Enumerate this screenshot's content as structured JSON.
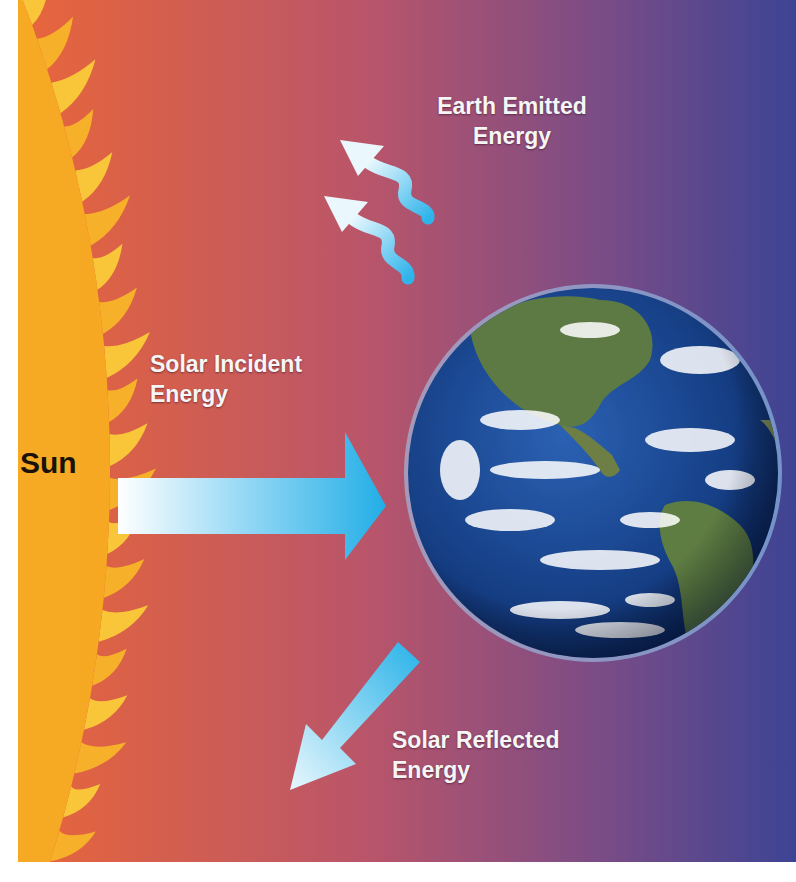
{
  "diagram": {
    "nodes": [
      {
        "text": [
          "Sun"
        ]
      }
    ],
    "labels": [
      "Earth Emitted Energy",
      "Solar Incident Energy",
      "Solar Reflected Energy"
    ]
  }
}
